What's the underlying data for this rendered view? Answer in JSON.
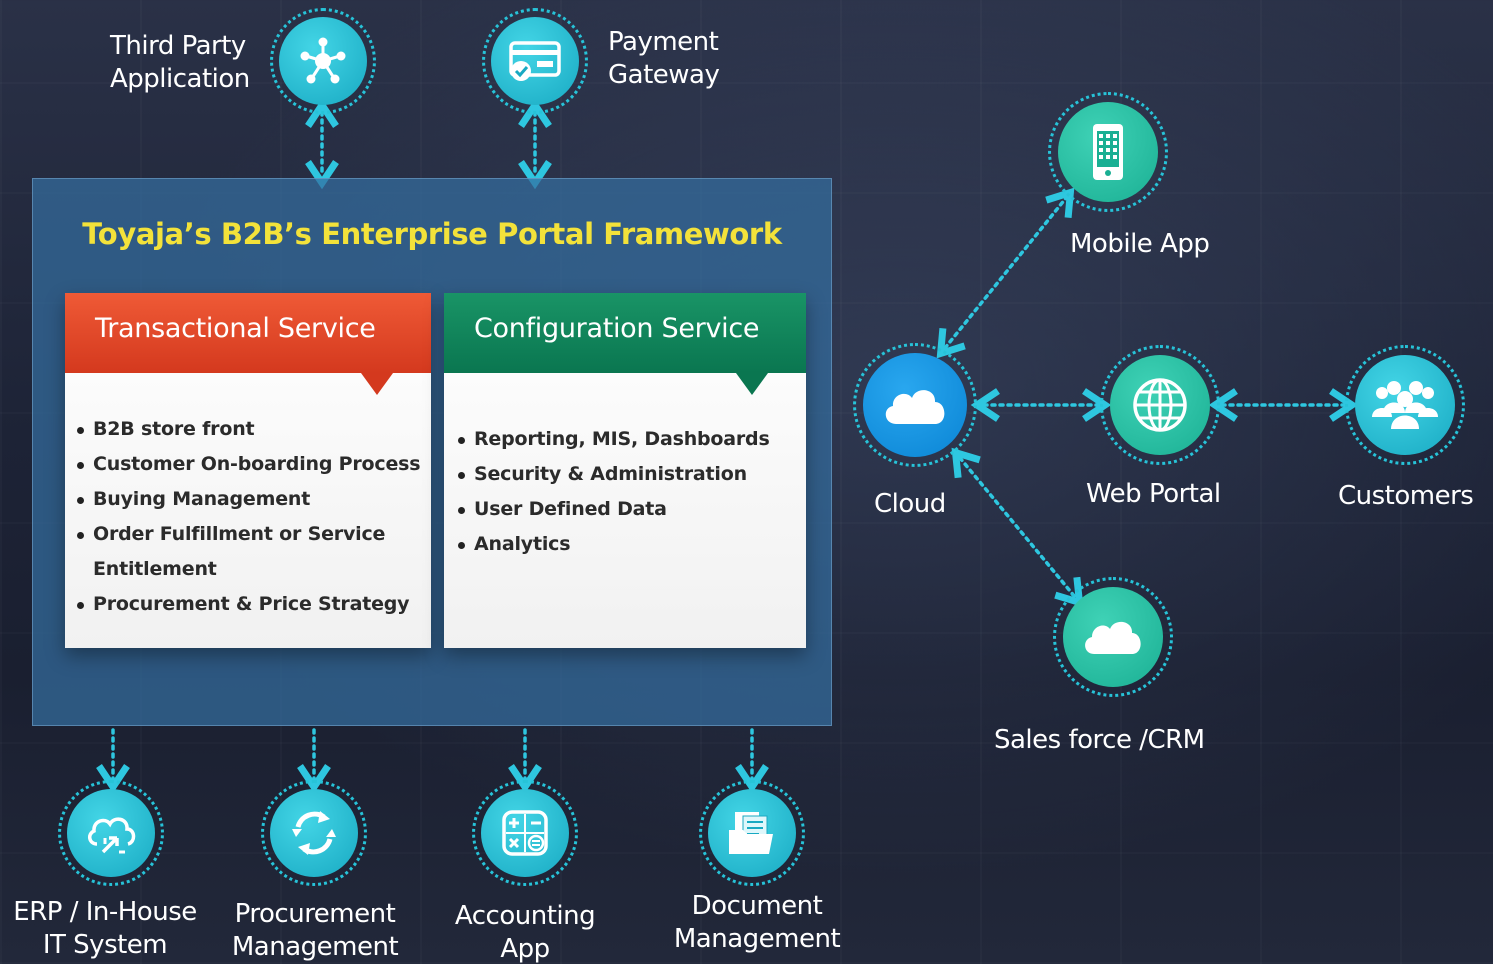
{
  "framework": {
    "title": "Toyaja’s B2B’s Enterprise Portal Framework",
    "transactional": {
      "title": "Transactional Service",
      "items": [
        "B2B store front",
        "Customer On-boarding Process",
        "Buying Management",
        "Order Fulfillment or Service",
        "Procurement & Price Strategy"
      ],
      "continuation": "Entitlement"
    },
    "configuration": {
      "title": "Configuration Service",
      "items": [
        "Reporting, MIS, Dashboards",
        "Security & Administration",
        "User Defined Data",
        "Analytics"
      ]
    }
  },
  "top_nodes": {
    "third_party": {
      "line1": "Third Party",
      "line2": "Application",
      "icon": "share-network-icon"
    },
    "payment": {
      "line1": "Payment",
      "line2": "Gateway",
      "icon": "credit-card-icon"
    }
  },
  "bottom_nodes": {
    "erp": {
      "line1": "ERP / In-House",
      "line2": "IT System",
      "icon": "cloud-sync-icon"
    },
    "procurement": {
      "line1": "Procurement",
      "line2": "Management",
      "icon": "refresh-cycle-icon"
    },
    "accounting": {
      "line1": "Accounting",
      "line2": "App",
      "icon": "calculator-icon"
    },
    "document": {
      "line1": "Document",
      "line2": "Management",
      "icon": "folder-documents-icon"
    }
  },
  "right_nodes": {
    "cloud": {
      "label": "Cloud",
      "icon": "cloud-icon"
    },
    "mobile": {
      "label": "Mobile App",
      "icon": "mobile-phone-icon"
    },
    "web": {
      "label": "Web Portal",
      "icon": "globe-icon"
    },
    "customers": {
      "label": "Customers",
      "icon": "people-group-icon"
    },
    "crm": {
      "label": "Sales force /CRM",
      "icon": "cloud-icon"
    }
  },
  "colors": {
    "title_yellow": "#f3e23a",
    "transactional_red": "#e04a2a",
    "configuration_green": "#0d7f58",
    "node_cyan": "#27c3d8",
    "node_teal": "#22b99c",
    "cloud_blue": "#0a84d4"
  }
}
